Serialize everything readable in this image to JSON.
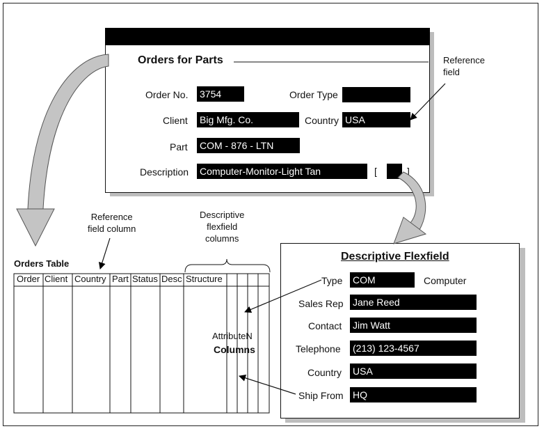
{
  "orders_form": {
    "title": "Orders for Parts",
    "order_no_label": "Order No.",
    "order_no_value": "3754",
    "order_type_label": "Order Type",
    "order_type_value": "",
    "client_label": "Client",
    "client_value": "Big Mfg. Co.",
    "country_label": "Country",
    "country_value": "USA",
    "part_label": "Part",
    "part_value": "COM - 876 - LTN",
    "description_label": "Description",
    "description_value": "Computer-Monitor-Light Tan",
    "bracket_left": "[",
    "bracket_right": "]"
  },
  "annotations": {
    "reference_field": "Reference\nfield",
    "reference_field_column": "Reference\nfield column",
    "descriptive_flexfield_columns": "Descriptive\nflexfield\ncolumns",
    "attribute_n": "AttributeN",
    "columns": "Columns"
  },
  "orders_table": {
    "title": "Orders Table",
    "columns": [
      "Order",
      "Client",
      "Country",
      "Part",
      "Status",
      "Desc",
      "Structure"
    ]
  },
  "flexfield_window": {
    "title": "Descriptive Flexfield",
    "rows": [
      {
        "label": "Type",
        "value": "COM",
        "extra": "Computer"
      },
      {
        "label": "Sales Rep",
        "value": "Jane Reed"
      },
      {
        "label": "Contact",
        "value": "Jim Watt"
      },
      {
        "label": "Telephone",
        "value": "(213) 123-4567"
      },
      {
        "label": "Country",
        "value": "USA"
      },
      {
        "label": "Ship From",
        "value": "HQ"
      }
    ]
  }
}
